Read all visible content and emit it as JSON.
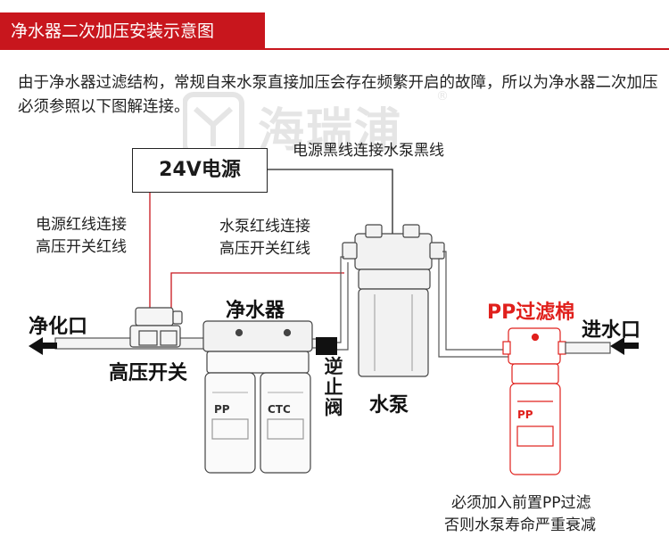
{
  "header": {
    "title": "净水器二次加压安装示意图"
  },
  "intro": "由于净水器过滤结构，常规自来水泵直接加压会存在频繁开启的故障，所以为净水器二次加压必须参照以下图解连接。",
  "watermark": {
    "text": "海瑞浦",
    "mark": "®"
  },
  "power_supply": {
    "label": "24V电源"
  },
  "notes": {
    "psu_black": "电源黑线连接水泵黑线",
    "psu_red_1": "电源红线连接",
    "psu_red_2": "高压开关红线",
    "pump_red_1": "水泵红线连接",
    "pump_red_2": "高压开关红线"
  },
  "components": {
    "outlet": "净化口",
    "pressure_switch": "高压开关",
    "purifier": "净水器",
    "check_valve": "逆止阀",
    "pump": "水泵",
    "pp_filter": "PP过滤棉",
    "inlet": "进水口"
  },
  "warning": {
    "line1": "必须加入前置PP过滤",
    "line2": "否则水泵寿命严重衰减"
  },
  "cartridge_labels": {
    "pp": "PP",
    "ctc": "CTC"
  },
  "colors": {
    "accent": "#c8161d",
    "pp_red": "#e0201c",
    "wire_red": "#c8161d",
    "line": "#222222"
  }
}
